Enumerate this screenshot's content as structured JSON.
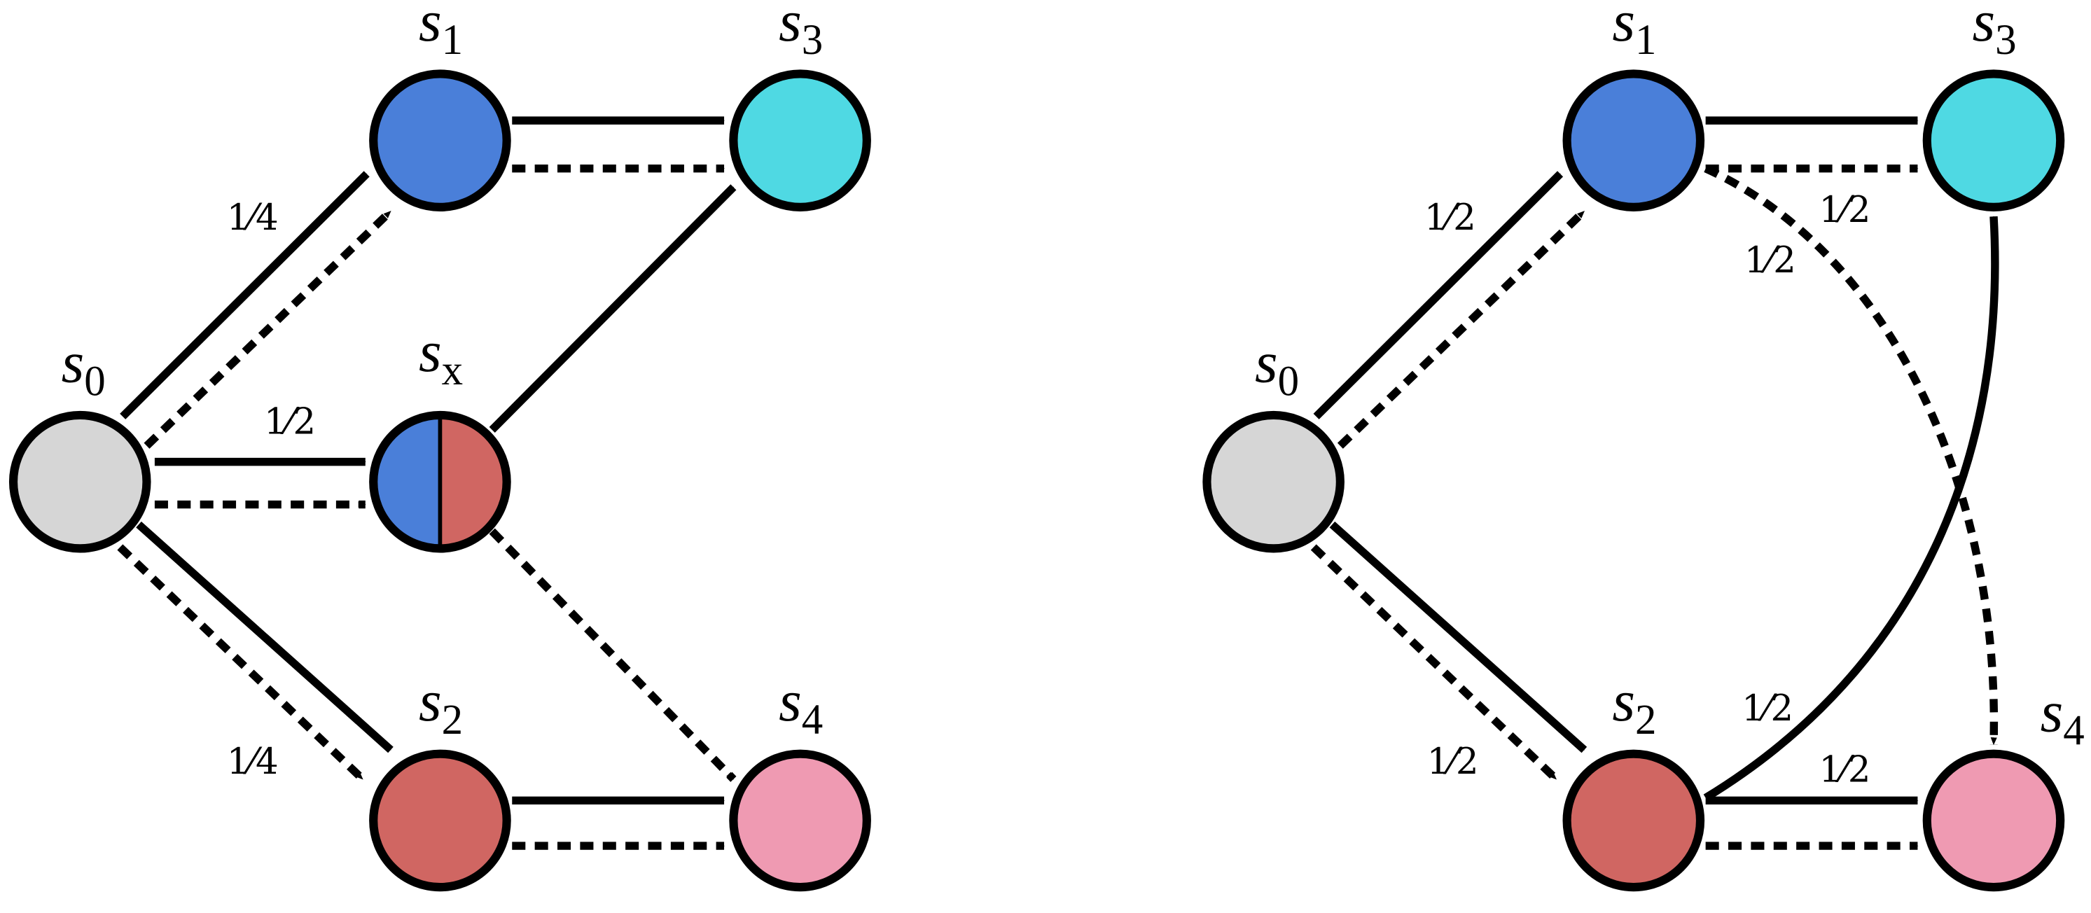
{
  "colors": {
    "s0": "#d6d6d6",
    "s1": "#4a7fd9",
    "s2": "#d06662",
    "s3": "#4fd9e3",
    "s4": "#ef9ab2",
    "edge": "#000000"
  },
  "left": {
    "states": {
      "s0": {
        "base": "s",
        "sub": "0"
      },
      "s1": {
        "base": "s",
        "sub": "1"
      },
      "s2": {
        "base": "s",
        "sub": "2"
      },
      "s3": {
        "base": "s",
        "sub": "3"
      },
      "s4": {
        "base": "s",
        "sub": "4"
      },
      "sx": {
        "base": "s",
        "sub": "x"
      }
    },
    "probs": {
      "s0_s1": "1⁄4",
      "s0_sx": "1⁄2",
      "s0_s2": "1⁄4"
    }
  },
  "right": {
    "states": {
      "s0": {
        "base": "s",
        "sub": "0"
      },
      "s1": {
        "base": "s",
        "sub": "1"
      },
      "s2": {
        "base": "s",
        "sub": "2"
      },
      "s3": {
        "base": "s",
        "sub": "3"
      },
      "s4": {
        "base": "s",
        "sub": "4"
      }
    },
    "probs": {
      "s0_s1": "1⁄2",
      "s0_s2": "1⁄2",
      "s1_s3": "1⁄2",
      "s1_s4": "1⁄2",
      "s2_s3": "1⁄2",
      "s2_s4": "1⁄2"
    }
  }
}
